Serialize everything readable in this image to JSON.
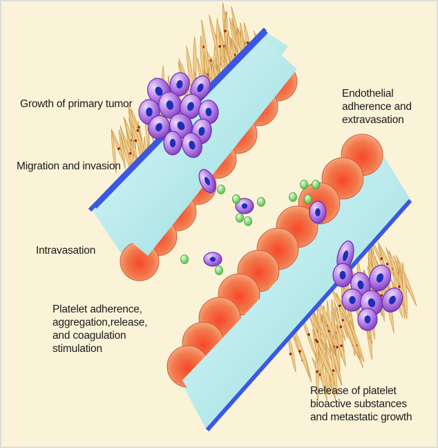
{
  "colors": {
    "background": "#fbf3d8",
    "vessel_lumen": "#b6ecef",
    "vessel_border": "#3a58e0",
    "endothelial_cell": "#ee6a3a",
    "stroma_cell": "#f3cd8a",
    "tumor_cell": "#a86ad8",
    "tumor_nucleus": "#1d2fb8",
    "platelet": "#7ed86a"
  },
  "labels": {
    "primary_tumor": "Growth of primary tumor",
    "migration": "Migration and invasion",
    "intravasation": "Intravasation",
    "platelet_adherence": "Platelet adherence,\naggregation,release,\nand coagulation\nstimulation",
    "endothelial_adherence": "Endothelial\nadherence and\nextravasation",
    "platelet_release": "Release of platelet\nbioactive substances\nand metastatic growth"
  }
}
